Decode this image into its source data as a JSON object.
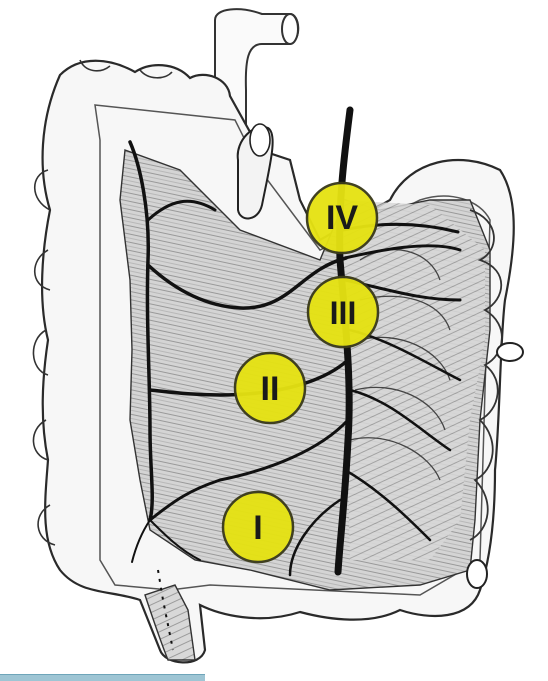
{
  "figure": {
    "zones": [
      {
        "id": "zone-iv",
        "label": "IV"
      },
      {
        "id": "zone-iii",
        "label": "III"
      },
      {
        "id": "zone-ii",
        "label": "II"
      },
      {
        "id": "zone-i",
        "label": "I"
      }
    ]
  },
  "colors": {
    "zone_fill": "#e5e213",
    "zone_stroke": "#3a3a1a",
    "vessel": "#111111",
    "mesentery_shade": "#c9c9c9",
    "bowel_outline": "#333333",
    "footer_bar": "#9ec5d4"
  }
}
